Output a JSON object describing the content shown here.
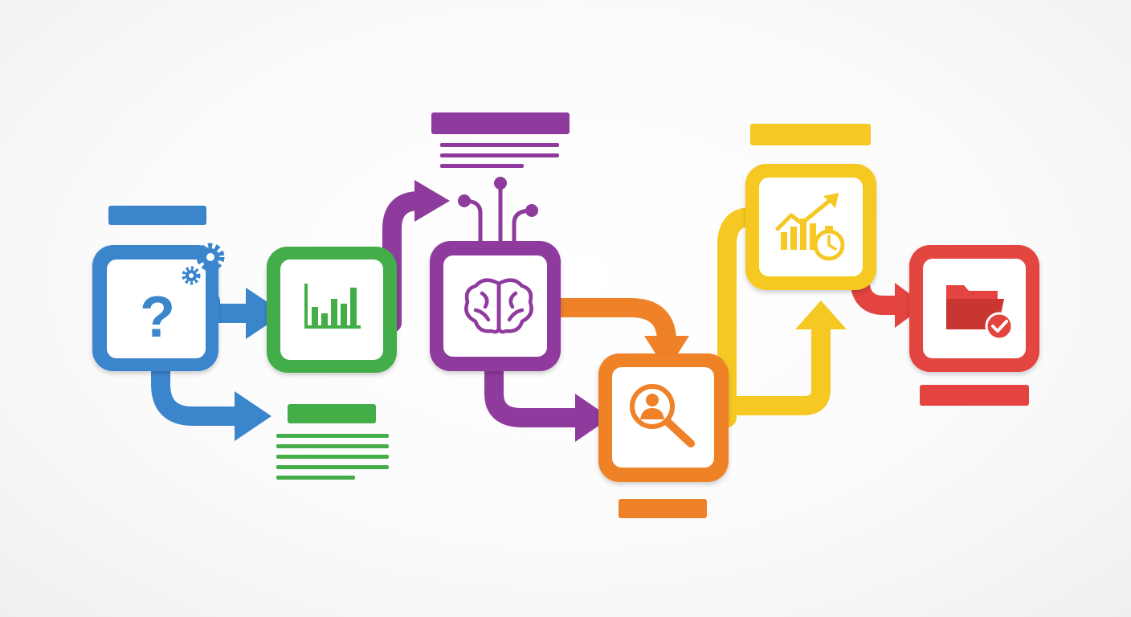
{
  "colors": {
    "blue": "#3a85cc",
    "green": "#43ad48",
    "purple": "#8e3b9d",
    "orange": "#ef8128",
    "yellow": "#f6c824",
    "red": "#e3443f",
    "card": "#ffffff"
  },
  "steps": [
    {
      "id": "question",
      "color": "blue",
      "icon": "question-gears-icon"
    },
    {
      "id": "bar-chart",
      "color": "green",
      "icon": "bar-chart-icon"
    },
    {
      "id": "brain",
      "color": "purple",
      "icon": "brain-circuit-icon"
    },
    {
      "id": "user-search",
      "color": "orange",
      "icon": "user-search-icon"
    },
    {
      "id": "growth-timer",
      "color": "yellow",
      "icon": "growth-chart-stopwatch-icon"
    },
    {
      "id": "folder-check",
      "color": "red",
      "icon": "folder-check-icon"
    }
  ]
}
